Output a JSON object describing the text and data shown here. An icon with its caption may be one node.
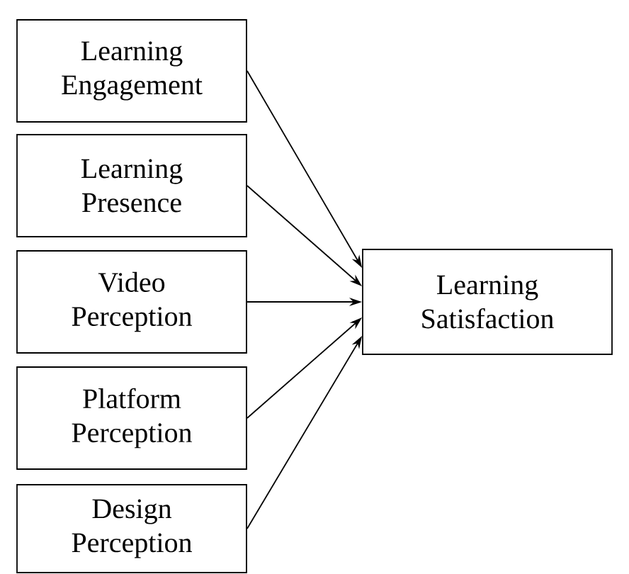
{
  "diagram": {
    "nodes": [
      {
        "text": [
          "Learning Engagement"
        ]
      },
      {
        "text": [
          "Learning Presence"
        ]
      },
      {
        "text": [
          "Video Perception"
        ]
      },
      {
        "text": [
          "Platform Perception"
        ]
      },
      {
        "text": [
          "Design Perception"
        ]
      },
      {
        "text": [
          "Learning Satisfaction"
        ]
      }
    ],
    "edges": [
      {
        "from": 0,
        "to": 5,
        "arrow": "to"
      },
      {
        "from": 1,
        "to": 5,
        "arrow": "to"
      },
      {
        "from": 2,
        "to": 5,
        "arrow": "to"
      },
      {
        "from": 3,
        "to": 5,
        "arrow": "to"
      },
      {
        "from": 4,
        "to": 5,
        "arrow": "to"
      }
    ]
  }
}
